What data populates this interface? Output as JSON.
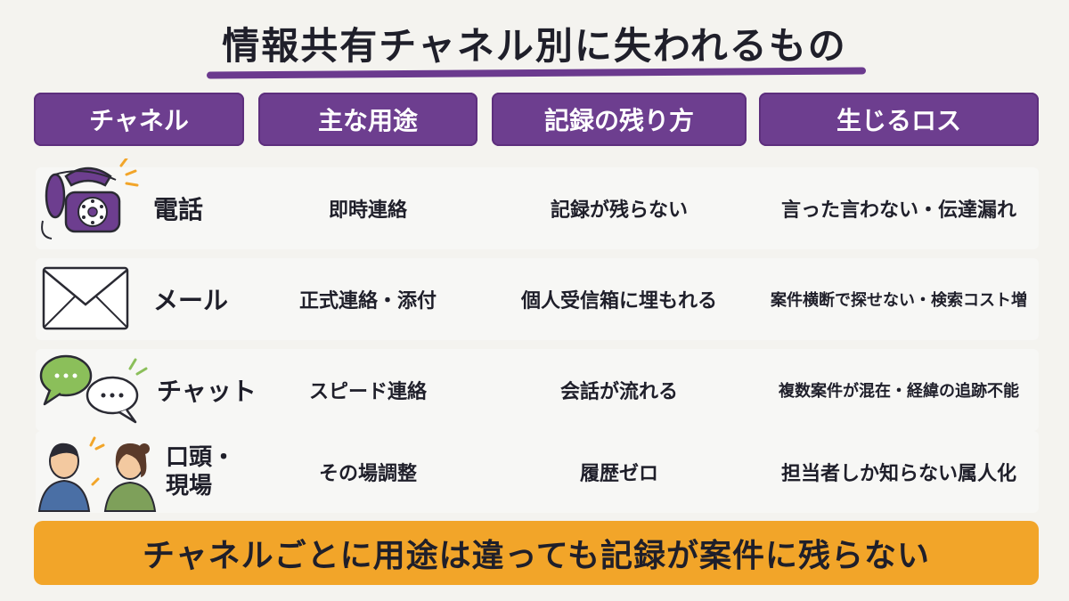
{
  "title": "情報共有チャネル別に失われるもの",
  "headers": [
    "チャネル",
    "主な用途",
    "記録の残り方",
    "生じるロス"
  ],
  "rows": [
    {
      "channel": "電話",
      "use": "即時連絡",
      "record": "記録が残らない",
      "loss": "言った言わない・伝達漏れ",
      "icon": "telephone-icon"
    },
    {
      "channel": "メール",
      "use": "正式連絡・添付",
      "record": "個人受信箱に埋もれる",
      "loss": "案件横断で探せない・検索コスト増",
      "icon": "envelope-icon"
    },
    {
      "channel": "チャット",
      "use": "スピード連絡",
      "record": "会話が流れる",
      "loss": "複数案件が混在・経緯の追跡不能",
      "icon": "chat-bubbles-icon"
    },
    {
      "channel_line1": "口頭・",
      "channel_line2": "現場",
      "use": "その場調整",
      "record": "履歴ゼロ",
      "loss": "担当者しか知らない属人化",
      "icon": "two-people-talking-icon"
    }
  ],
  "banner": "チャネルごとに用途は違っても記録が案件に残らない",
  "colors": {
    "header": "#6d3e8f",
    "banner": "#f2a529",
    "accent_purple": "#6b3a8e"
  }
}
